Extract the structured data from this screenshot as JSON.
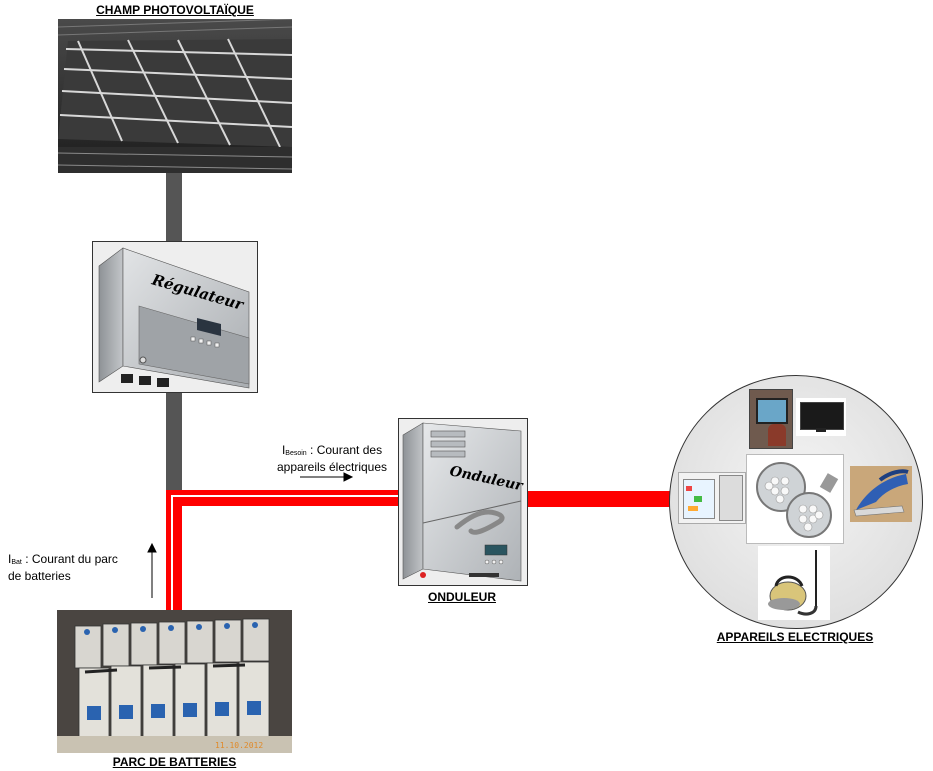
{
  "labels": {
    "pv_field": "CHAMP PHOTOVOLTAÏQUE",
    "inverter": "ONDULEUR",
    "battery_bank": "PARC DE BATTERIES",
    "appliances": "APPAREILS ELECTRIQUES"
  },
  "device_text": {
    "regulator": "Régulateur",
    "inverter": "Onduleur"
  },
  "annotations": {
    "i_need": {
      "symbol": "I",
      "sub": "Besoin",
      "text_line1": " : Courant des",
      "text_line2": "appareils électriques"
    },
    "i_bat": {
      "symbol": "I",
      "sub": "Bat",
      "text_line1": " : Courant du parc",
      "text_line2": "de batteries"
    }
  },
  "colors": {
    "current_path": "#ff0000",
    "wire": "#555555",
    "device_body": "#c9cdd0"
  },
  "icons": [
    "solar-panel",
    "charge-regulator",
    "inverter",
    "battery-bank",
    "tv",
    "fridge",
    "led-bulbs",
    "iron",
    "vacuum-cleaner"
  ]
}
